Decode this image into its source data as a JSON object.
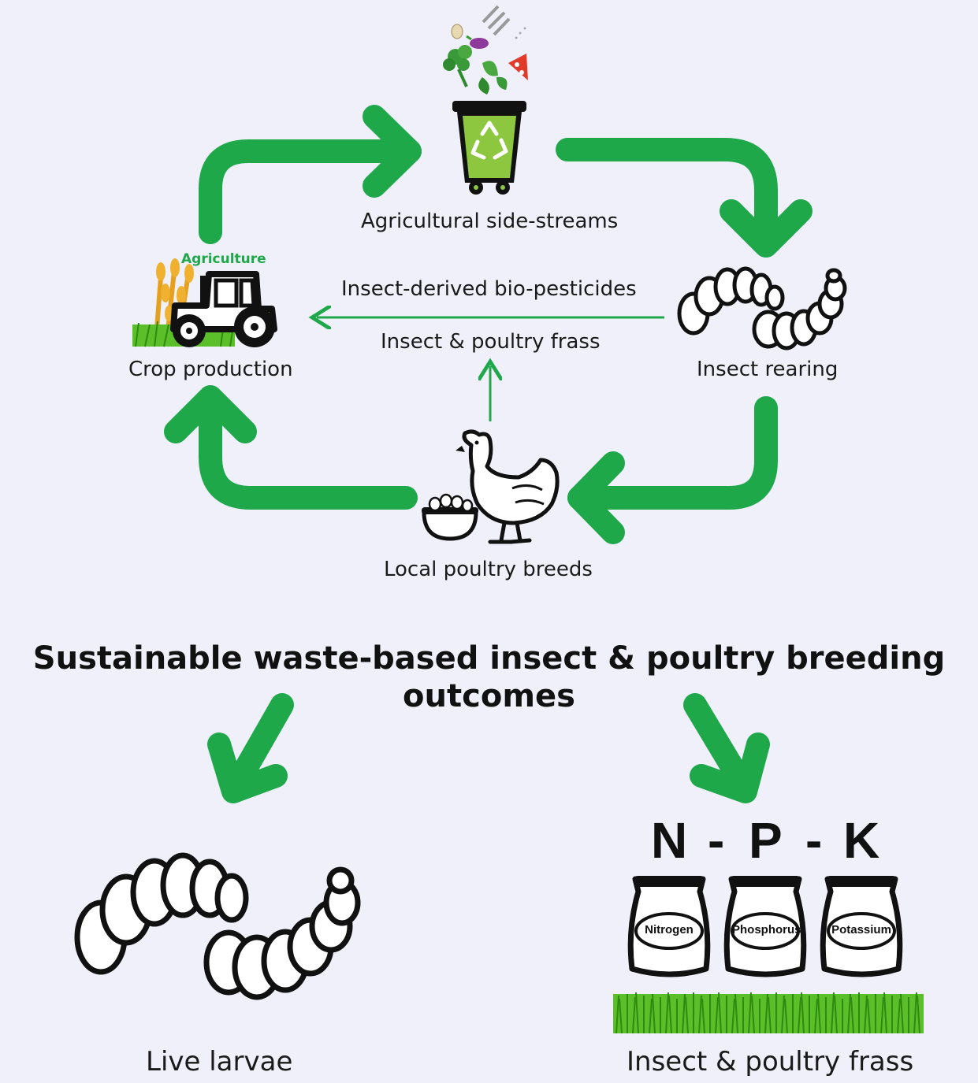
{
  "nodes": {
    "side_streams": "Agricultural side-streams",
    "crop": "Crop production",
    "rearing": "Insect rearing",
    "poultry": "Local poultry breeds",
    "agriculture_tag": "Agriculture"
  },
  "flows": {
    "bio_pesticides": "Insect-derived bio-pesticides",
    "frass": "Insect & poultry frass"
  },
  "outcomes": {
    "title": "Sustainable waste-based insect & poultry breeding outcomes",
    "larvae": "Live larvae",
    "frass": "Insect & poultry frass",
    "npk": [
      "N",
      "-",
      "P",
      "-",
      "K"
    ],
    "bags": [
      "Nitrogen",
      "Phosphorus",
      "Potassium"
    ]
  },
  "colors": {
    "green": "#1fa84a",
    "background": "#f0f0fa",
    "bin": "#8dc63f"
  }
}
